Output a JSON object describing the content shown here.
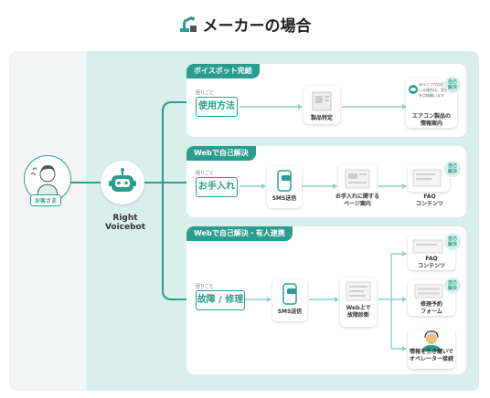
{
  "title": "メーカーの場合",
  "customer": {
    "label": "お客さま"
  },
  "bot": {
    "label": "Right Voicebot"
  },
  "trouble_label": "困りごと",
  "sections": [
    {
      "header": "ボイスボット完結",
      "trigger": "使用方法",
      "steps": [
        "製品特定",
        "エアコン製品の\n情報案内"
      ],
      "callout": "赤ランプが点灯して\nいる場合は、室外機\nを点検願います",
      "badge": "自己\n解決"
    },
    {
      "header": "Webで自己解決",
      "trigger": "お手入れ",
      "steps": [
        "SMS送信",
        "お手入れに関する\nページ案内",
        "FAQ\nコンテンツ"
      ],
      "badge": "自己\n解決"
    },
    {
      "header": "Webで自己解決・有人連携",
      "trigger": "故障 / 修理",
      "steps": [
        "SMS送信",
        "Web上で\n故障診断"
      ],
      "outcomes": [
        "FAQ\nコンテンツ",
        "修理予約\nフォーム",
        "情報を引き継いで\nオペレーター接続"
      ],
      "badge": "自己\n解決"
    }
  ],
  "colors": {
    "teal": "#2a9d8f",
    "light_teal": "#d9efec",
    "panel": "#f3f5f5"
  }
}
